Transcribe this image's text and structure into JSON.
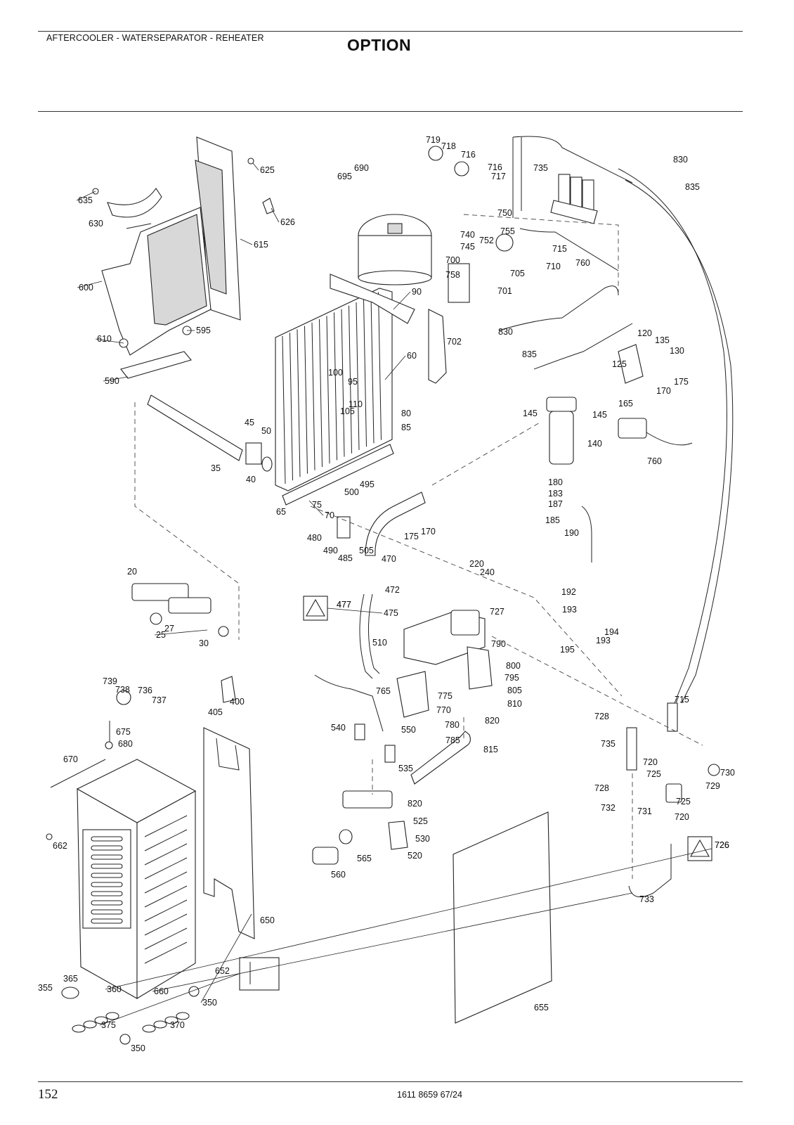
{
  "header": {
    "section_title": "AFTERCOOLER - WATERSEPARATOR - REHEATER",
    "option_title": "OPTION"
  },
  "footer": {
    "page_number": "152",
    "document_id": "1611 8659 67/24"
  },
  "diagram": {
    "callouts": [
      "625",
      "635",
      "630",
      "626",
      "615",
      "600",
      "610",
      "595",
      "590",
      "690",
      "695",
      "719",
      "718",
      "716",
      "716",
      "717",
      "735",
      "830",
      "835",
      "750",
      "740",
      "752",
      "755",
      "745",
      "715",
      "700",
      "705",
      "710",
      "760",
      "758",
      "701",
      "90",
      "60",
      "702",
      "830",
      "835",
      "120",
      "135",
      "130",
      "125",
      "175",
      "170",
      "100",
      "95",
      "110",
      "105",
      "80",
      "85",
      "165",
      "145",
      "145",
      "140",
      "760",
      "45",
      "50",
      "35",
      "40",
      "180",
      "183",
      "187",
      "185",
      "190",
      "495",
      "500",
      "65",
      "75",
      "70",
      "175",
      "170",
      "480",
      "490",
      "485",
      "505",
      "470",
      "220",
      "240",
      "20",
      "472",
      "477",
      "475",
      "192",
      "193",
      "194",
      "193",
      "195",
      "727",
      "25",
      "27",
      "30",
      "510",
      "790",
      "800",
      "795",
      "805",
      "810",
      "739",
      "738",
      "736",
      "737",
      "400",
      "405",
      "765",
      "775",
      "770",
      "820",
      "780",
      "785",
      "550",
      "540",
      "815",
      "675",
      "680",
      "670",
      "728",
      "715",
      "735",
      "720",
      "730",
      "725",
      "729",
      "728",
      "725",
      "732",
      "731",
      "720",
      "535",
      "820",
      "525",
      "530",
      "662",
      "565",
      "520",
      "560",
      "726",
      "733",
      "650",
      "652",
      "365",
      "355",
      "360",
      "660",
      "350",
      "375",
      "370",
      "350",
      "655",
      "477",
      "726"
    ]
  }
}
